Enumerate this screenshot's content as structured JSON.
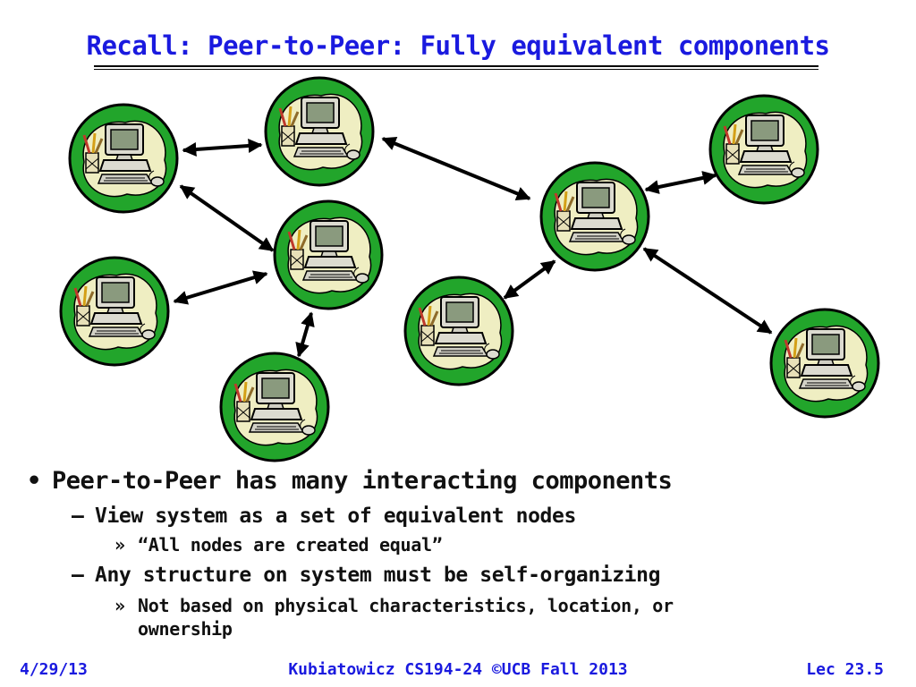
{
  "slide": {
    "title": "Recall: Peer-to-Peer: Fully equivalent components",
    "bullet1": "Peer-to-Peer has many interacting components",
    "bullet1_1": "View system as a set of equivalent nodes",
    "bullet1_1_1": "“All nodes are created equal”",
    "bullet1_2": "Any structure on system must be self-organizing",
    "bullet1_2_1a": "Not based on physical characteristics, location, or",
    "bullet1_2_1b": "ownership",
    "marker_l1": "•",
    "marker_l2": "–",
    "marker_l3": "»"
  },
  "footer": {
    "date": "4/29/13",
    "course": "Kubiatowicz CS194-24 ©UCB Fall 2013",
    "lecture": "Lec 23.5"
  },
  "colors": {
    "title": "#1a1adf",
    "node_fill": "#22a52b",
    "node_cloud": "#efeec2",
    "monitor": "#dcdbd0",
    "screen": "#8a9a7e"
  },
  "icon": "computer-icon"
}
